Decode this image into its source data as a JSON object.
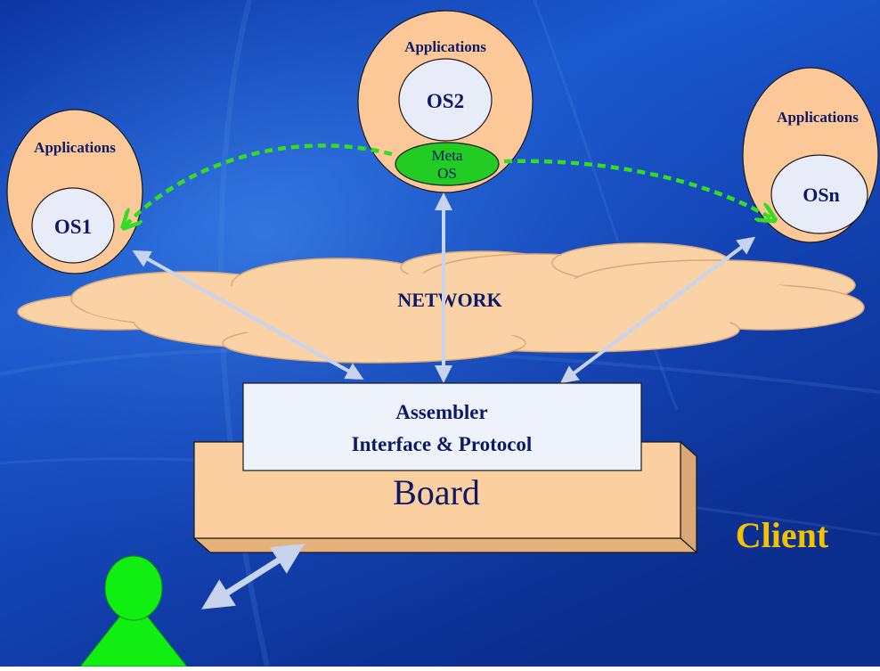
{
  "nodes": {
    "os1": {
      "apps_label": "Applications",
      "os_label": "OS1"
    },
    "os2": {
      "apps_label": "Applications",
      "os_label": "OS2",
      "meta_line1": "Meta",
      "meta_line2": "OS"
    },
    "osn": {
      "apps_label": "Applications",
      "os_label": "OSn"
    }
  },
  "network": {
    "label": "NETWORK"
  },
  "assembler": {
    "line1": "Assembler",
    "line2": "Interface & Protocol"
  },
  "board": {
    "label": "Board"
  },
  "client": {
    "label": "Client"
  },
  "colors": {
    "background": "#1246b8",
    "egg_fill": "#fdc898",
    "os_fill": "#e8ecf8",
    "meta_fill": "#22cc22",
    "link_dash": "#33dd22",
    "arrow": "#c8d4ee",
    "cloud": "#fbd1a6",
    "board": "#fbcf9f",
    "panel": "#eef2fb",
    "text_navy": "#0c1a66",
    "client_text": "#f2c200",
    "person": "#11ee11"
  }
}
